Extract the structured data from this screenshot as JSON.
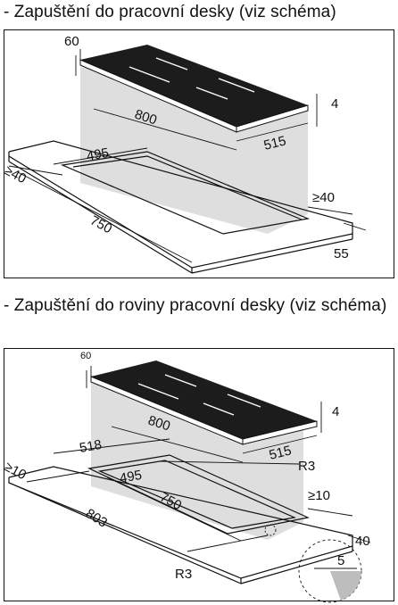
{
  "section1": {
    "heading": "- Zapuštění do pracovní desky (viz schéma)",
    "dims": {
      "d60": "60",
      "d4": "4",
      "d800": "800",
      "d515": "515",
      "d495": "495",
      "d40left": "≥40",
      "d750": "750",
      "d40right": "≥40",
      "d55": "55"
    }
  },
  "section2": {
    "heading": "- Zapuštění do roviny pracovní desky (viz schéma)",
    "dims": {
      "d60": "60",
      "d4": "4",
      "d800": "800",
      "d515": "515",
      "d518": "518",
      "d495": "495",
      "r3top": "R3",
      "d10left": "≥10",
      "d750": "750",
      "d803": "803",
      "d10right": "≥10",
      "d40": "40",
      "r3bottom": "R3",
      "d5": "5"
    }
  },
  "colors": {
    "shade": "#dedede",
    "hob": "#1c1c1c",
    "line": "#111111"
  }
}
